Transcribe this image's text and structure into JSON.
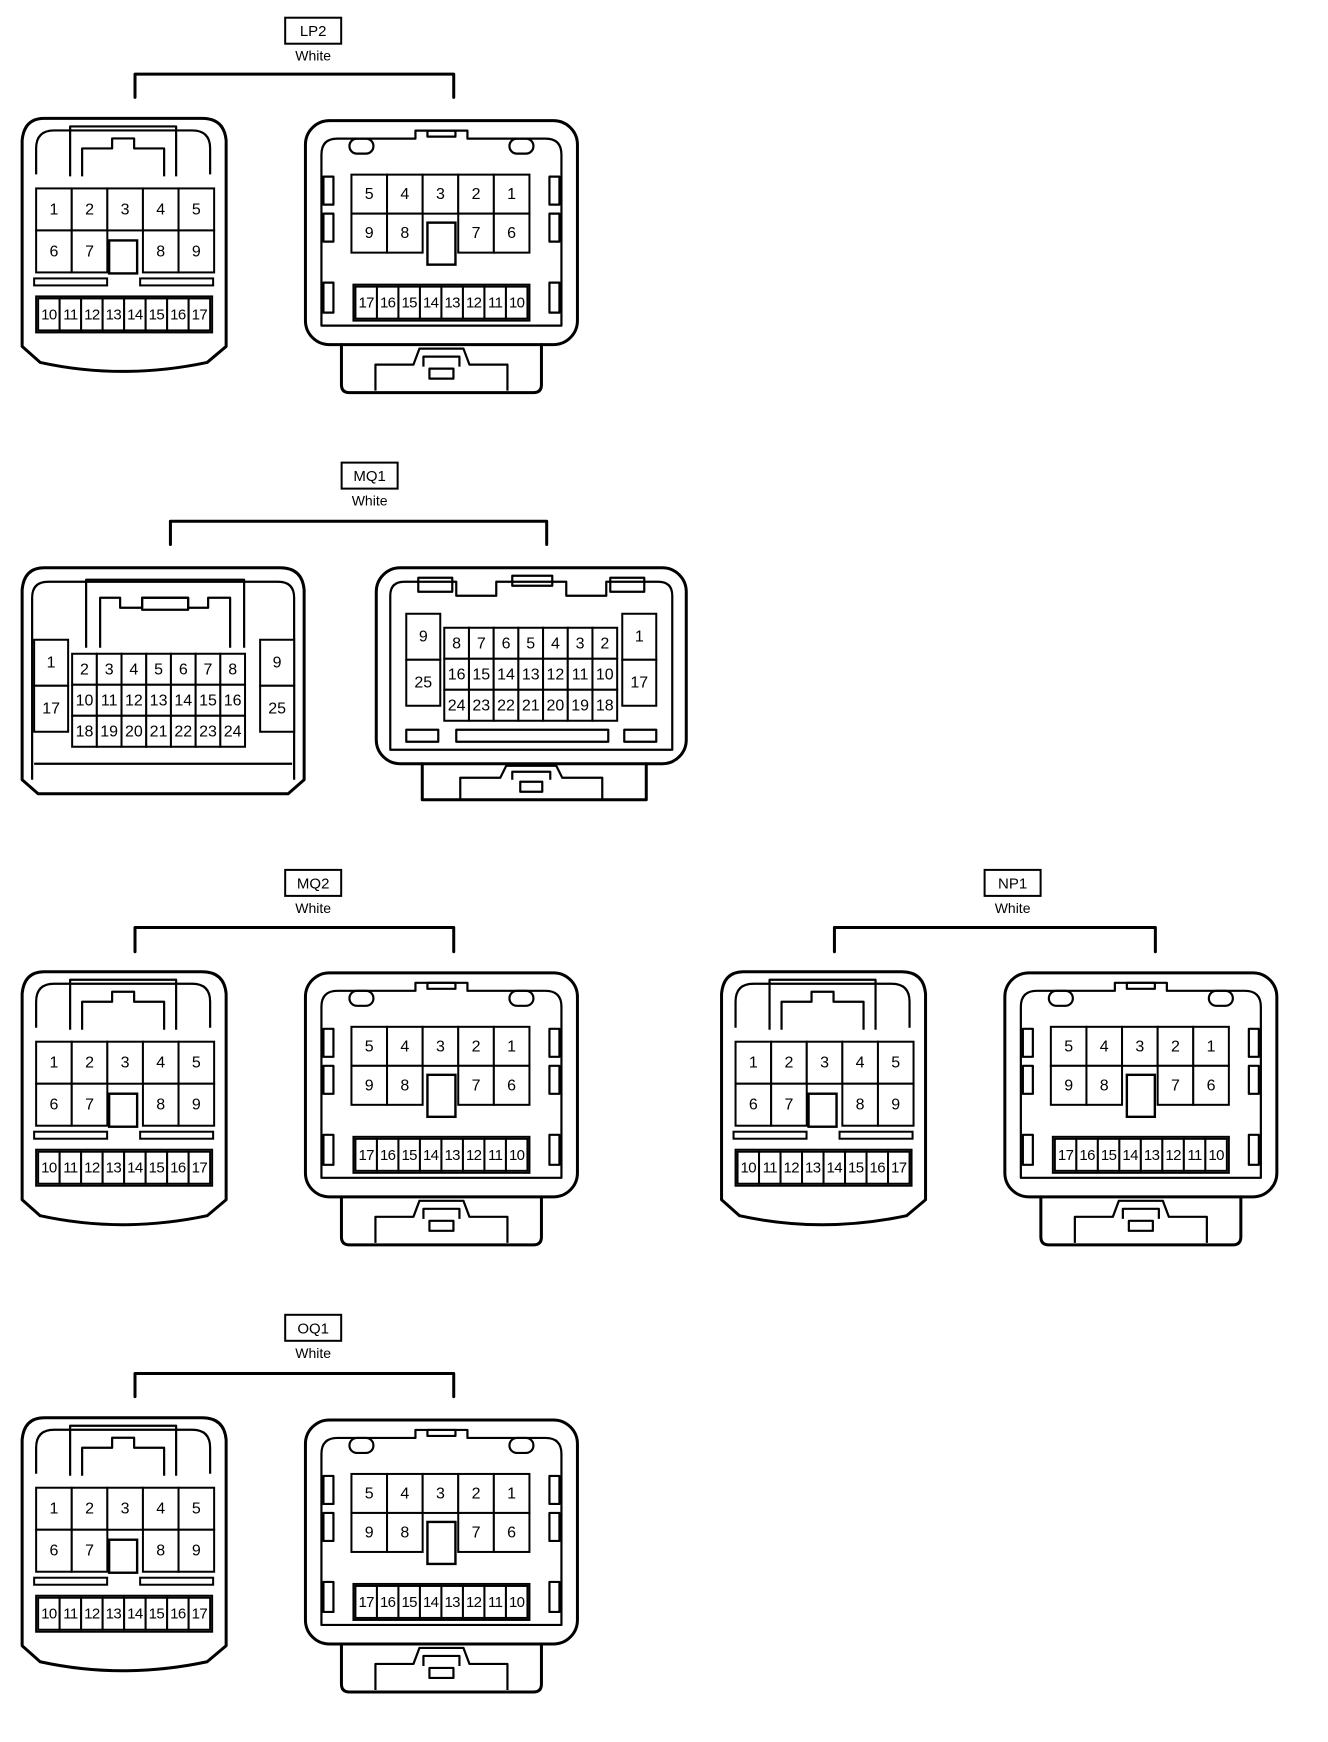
{
  "connectors": [
    {
      "name": "LP2",
      "color": "White",
      "layout": "17-pin",
      "male_rows": [
        [
          "1",
          "2",
          "3",
          "4",
          "5"
        ],
        [
          "6",
          "7",
          "8",
          "9"
        ],
        [
          "10",
          "11",
          "12",
          "13",
          "14",
          "15",
          "16",
          "17"
        ]
      ],
      "female_rows": [
        [
          "5",
          "4",
          "3",
          "2",
          "1"
        ],
        [
          "9",
          "8",
          "7",
          "6"
        ],
        [
          "17",
          "16",
          "15",
          "14",
          "13",
          "12",
          "11",
          "10"
        ]
      ]
    },
    {
      "name": "MQ1",
      "color": "White",
      "layout": "25-pin",
      "male_side": [
        "1",
        "17",
        "9",
        "25"
      ],
      "male_rows": [
        [
          "2",
          "3",
          "4",
          "5",
          "6",
          "7",
          "8"
        ],
        [
          "10",
          "11",
          "12",
          "13",
          "14",
          "15",
          "16"
        ],
        [
          "18",
          "19",
          "20",
          "21",
          "22",
          "23",
          "24"
        ]
      ],
      "female_side": [
        "9",
        "25",
        "1",
        "17"
      ],
      "female_rows": [
        [
          "8",
          "7",
          "6",
          "5",
          "4",
          "3",
          "2"
        ],
        [
          "16",
          "15",
          "14",
          "13",
          "12",
          "11",
          "10"
        ],
        [
          "24",
          "23",
          "22",
          "21",
          "20",
          "19",
          "18"
        ]
      ]
    },
    {
      "name": "MQ2",
      "color": "White",
      "layout": "17-pin",
      "male_rows": [
        [
          "1",
          "2",
          "3",
          "4",
          "5"
        ],
        [
          "6",
          "7",
          "8",
          "9"
        ],
        [
          "10",
          "11",
          "12",
          "13",
          "14",
          "15",
          "16",
          "17"
        ]
      ],
      "female_rows": [
        [
          "5",
          "4",
          "3",
          "2",
          "1"
        ],
        [
          "9",
          "8",
          "7",
          "6"
        ],
        [
          "17",
          "16",
          "15",
          "14",
          "13",
          "12",
          "11",
          "10"
        ]
      ]
    },
    {
      "name": "NP1",
      "color": "White",
      "layout": "17-pin",
      "male_rows": [
        [
          "1",
          "2",
          "3",
          "4",
          "5"
        ],
        [
          "6",
          "7",
          "8",
          "9"
        ],
        [
          "10",
          "11",
          "12",
          "13",
          "14",
          "15",
          "16",
          "17"
        ]
      ],
      "female_rows": [
        [
          "5",
          "4",
          "3",
          "2",
          "1"
        ],
        [
          "9",
          "8",
          "7",
          "6"
        ],
        [
          "17",
          "16",
          "15",
          "14",
          "13",
          "12",
          "11",
          "10"
        ]
      ]
    },
    {
      "name": "OQ1",
      "color": "White",
      "layout": "17-pin",
      "male_rows": [
        [
          "1",
          "2",
          "3",
          "4",
          "5"
        ],
        [
          "6",
          "7",
          "8",
          "9"
        ],
        [
          "10",
          "11",
          "12",
          "13",
          "14",
          "15",
          "16",
          "17"
        ]
      ],
      "female_rows": [
        [
          "5",
          "4",
          "3",
          "2",
          "1"
        ],
        [
          "9",
          "8",
          "7",
          "6"
        ],
        [
          "17",
          "16",
          "15",
          "14",
          "13",
          "12",
          "11",
          "10"
        ]
      ]
    }
  ]
}
